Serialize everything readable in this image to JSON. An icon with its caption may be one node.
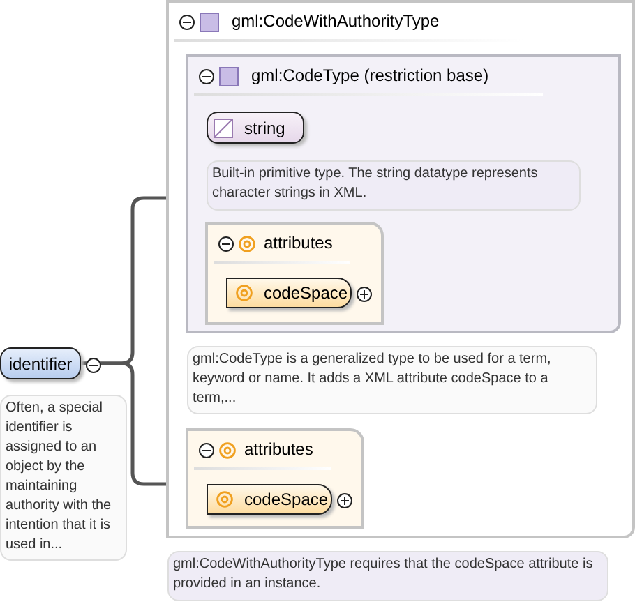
{
  "diagram": {
    "nodes": [
      {
        "text": [
          "identifier"
        ],
        "beside": [
          "Often, a special identifier is assigned to an object by the maintaining authority with the intention that it is used in..."
        ]
      },
      {
        "text": [
          "gml:CodeWithAuthorityType"
        ],
        "beside": [
          "gml:CodeWithAuthorityType requires that the codeSpace attribute is provided in an instance."
        ]
      },
      {
        "text": [
          "gml:CodeType (restriction base)"
        ],
        "in": 1,
        "beside": [
          "gml:CodeType is a generalized type to be used for a term, keyword or name. It adds a XML attribute codeSpace to a term,..."
        ]
      },
      {
        "text": [
          "string"
        ],
        "in": 2,
        "beside": [
          "Built-in primitive type. The string datatype represents character strings in XML."
        ]
      },
      {
        "text": [
          "attributes"
        ],
        "in": 2
      },
      {
        "text": [
          "codeSpace"
        ],
        "in": 4
      },
      {
        "text": [
          "attributes"
        ],
        "in": 1
      },
      {
        "text": [
          "codeSpace"
        ],
        "in": 6
      }
    ],
    "edges": [
      {
        "from": 0,
        "to": 2,
        "arrow": "none"
      },
      {
        "from": 0,
        "to": 6,
        "arrow": "none"
      }
    ]
  }
}
